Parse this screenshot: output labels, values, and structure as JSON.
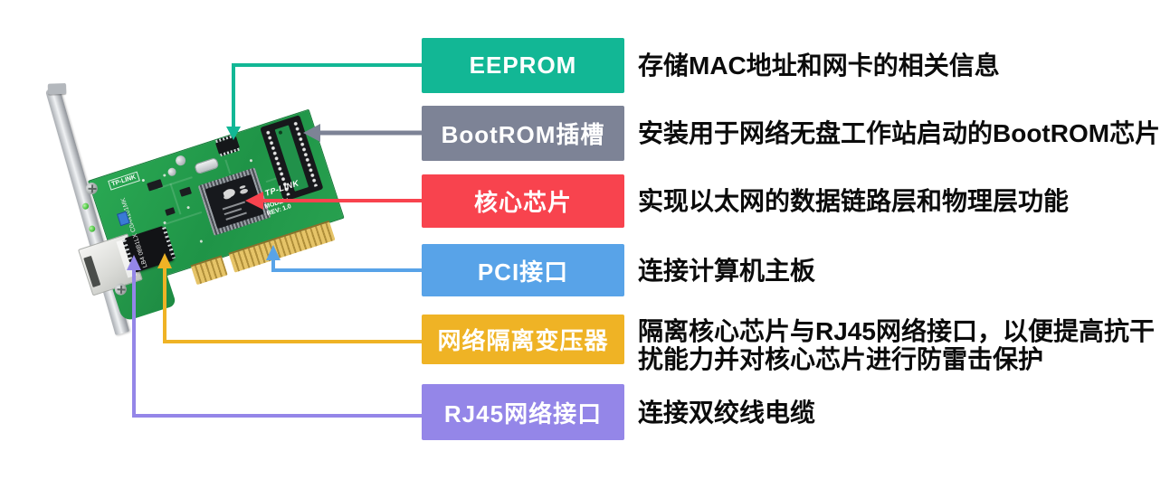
{
  "diagram": {
    "title_present": false,
    "items": [
      {
        "id": "eeprom",
        "label": "EEPROM",
        "description": "存储MAC地址和网卡的相关信息",
        "color": "#12b795"
      },
      {
        "id": "bootrom-socket",
        "label": "BootROM插槽",
        "description": "安装用于网络无盘工作站启动的BootROM芯片",
        "color": "#7d8396"
      },
      {
        "id": "core-chip",
        "label": "核心芯片",
        "description": "实现以太网的数据链路层和物理层功能",
        "color": "#f8434e"
      },
      {
        "id": "pci-interface",
        "label": "PCI接口",
        "description": "连接计算机主板",
        "color": "#58a3e8"
      },
      {
        "id": "isolation-transformer",
        "label": "网络隔离变压器",
        "description": "隔离核心芯片与RJ45网络接口，以便提高抗干扰能力并对核心芯片进行防雷击保护",
        "color": "#efb325"
      },
      {
        "id": "rj45-port",
        "label": "RJ45网络接口",
        "description": "连接双绞线电缆",
        "color": "#9486e8"
      }
    ],
    "card": {
      "brand_text": "TP-LINK",
      "transformer_marking": "LB4 08B1LX C0A4101MK",
      "silkscreen_model": "MODEL:",
      "silkscreen_rev": "REV: 1.0"
    }
  }
}
